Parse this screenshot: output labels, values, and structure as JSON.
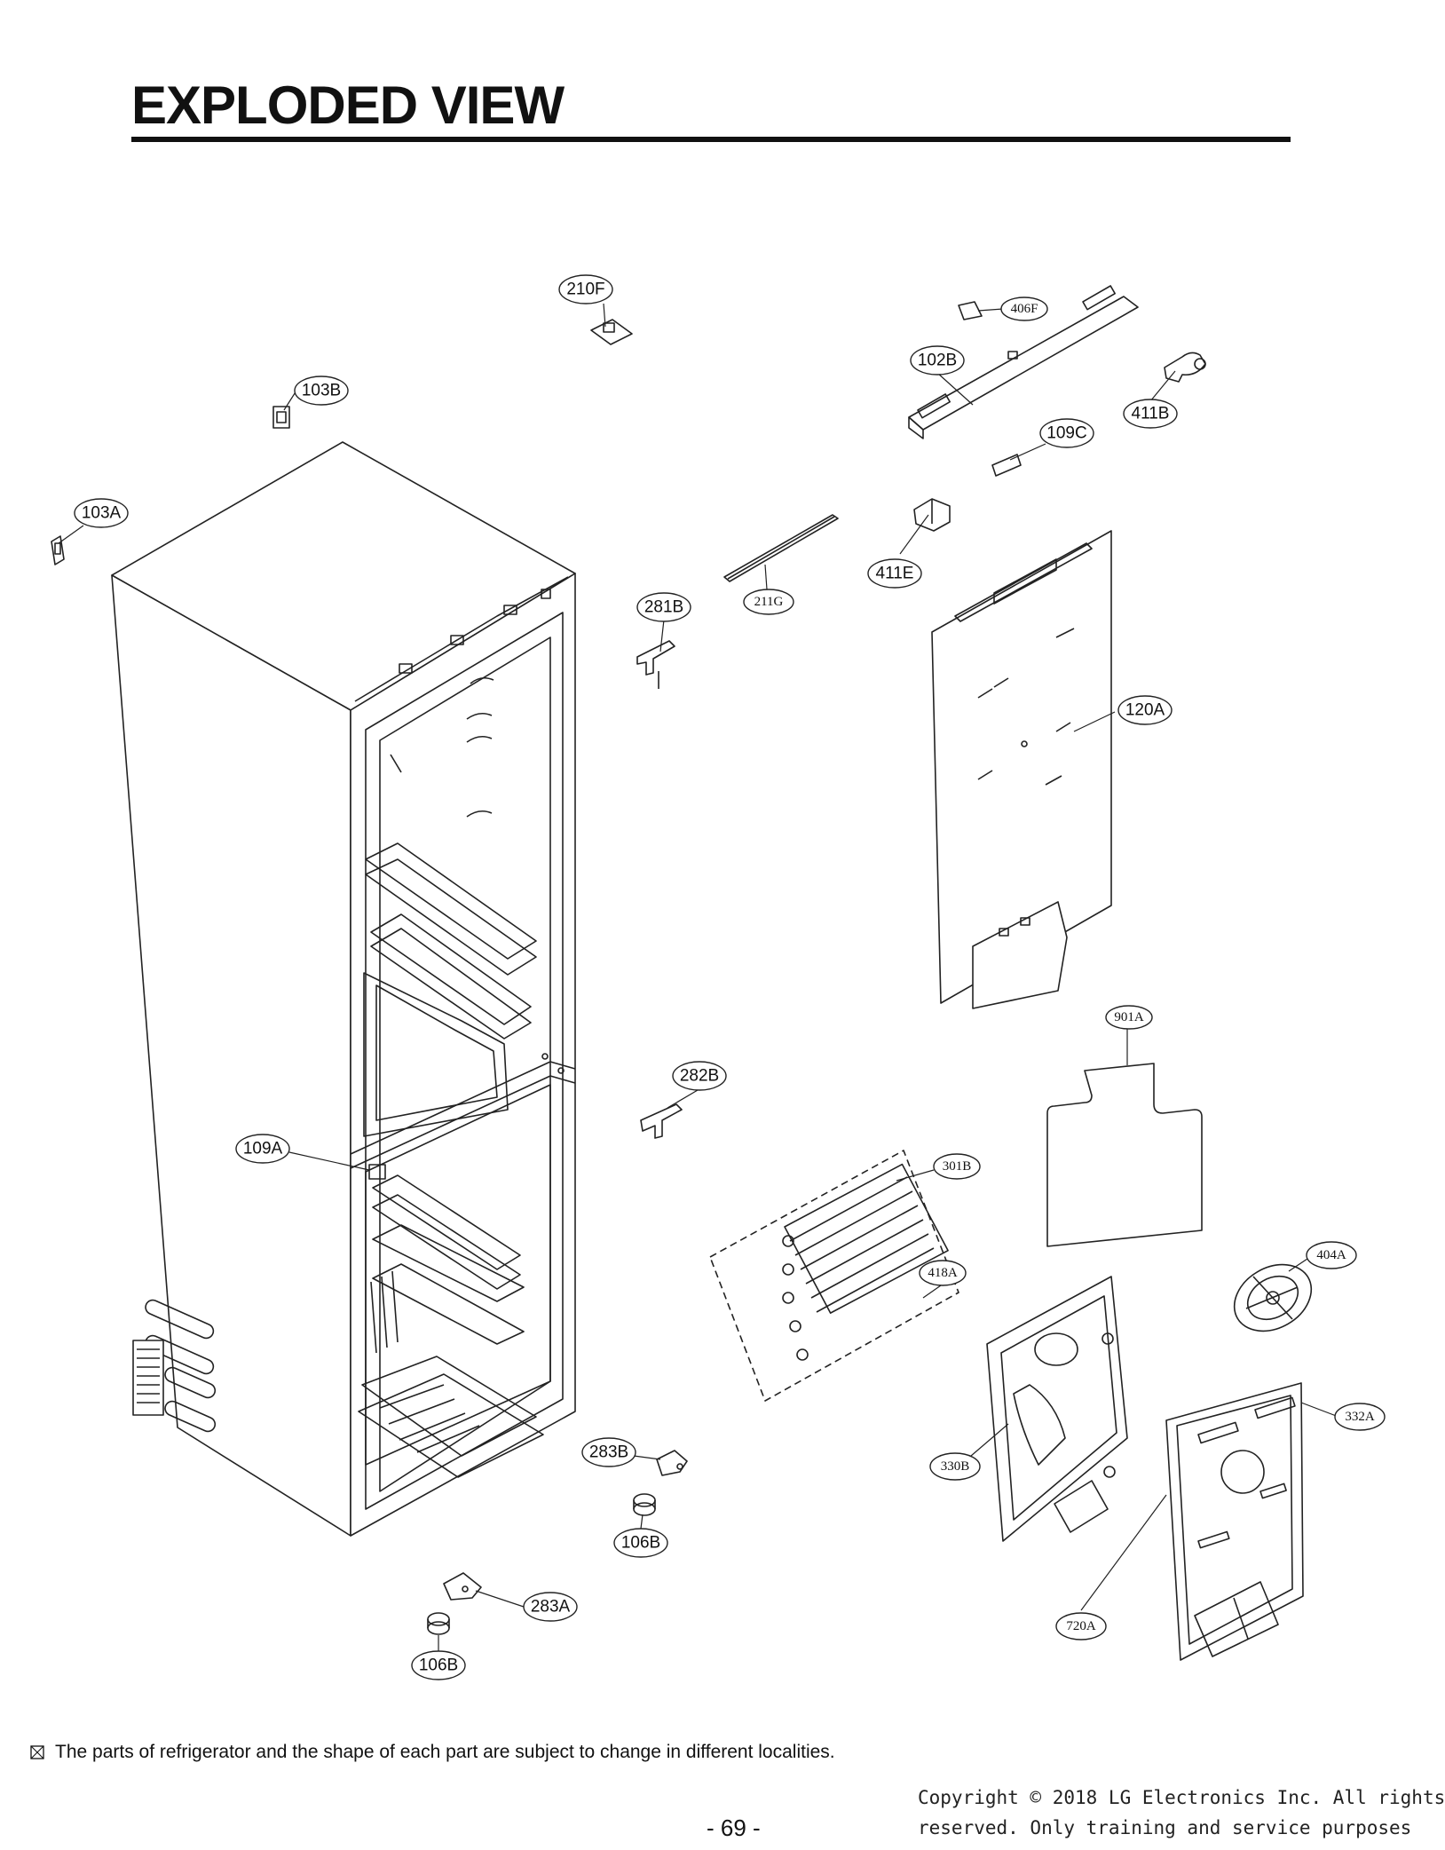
{
  "page": {
    "title": "EXPLODED VIEW",
    "note": "The parts of refrigerator and the shape of each part are subject to change in different localities.",
    "page_number": "- 69 -",
    "copyright_line1": "Copyright © 2018 LG Electronics Inc. All rights",
    "copyright_line2": "reserved. Only training and service purposes"
  },
  "callouts": {
    "c210F": "210F",
    "c406F": "406F",
    "c102B": "102B",
    "c411B": "411B",
    "c103B": "103B",
    "c109C": "109C",
    "c103A": "103A",
    "c411E": "411E",
    "c211G": "211G",
    "c281B": "281B",
    "c120A": "120A",
    "c901A": "901A",
    "c282B": "282B",
    "c109A": "109A",
    "c301B": "301B",
    "c404A": "404A",
    "c418A": "418A",
    "c332A": "332A",
    "c283B": "283B",
    "c330B": "330B",
    "c106B_1": "106B",
    "c283A": "283A",
    "c720A": "720A",
    "c106B_2": "106B"
  }
}
